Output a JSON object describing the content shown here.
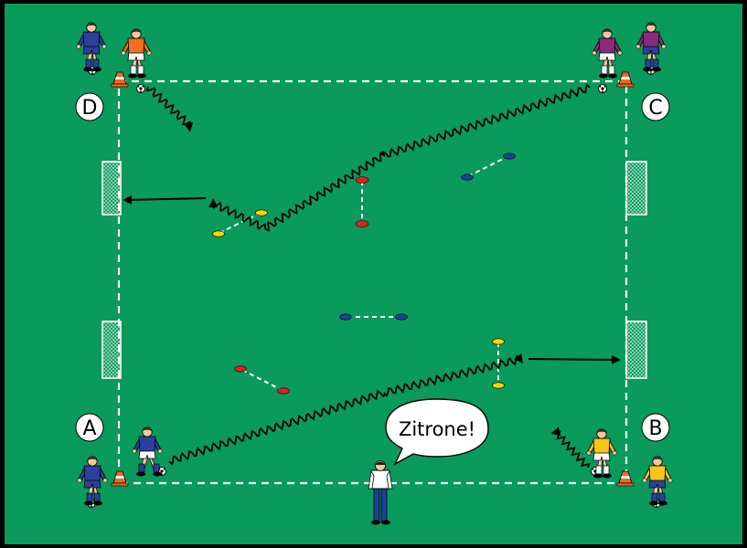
{
  "colors": {
    "border": "#000000",
    "field": "#0a9a5b",
    "lines": "#ffffff",
    "cone_orange": "#f26522",
    "marker_red": "#e31e24",
    "marker_blue": "#1f3f99",
    "marker_yellow": "#ffd400",
    "team_blue": "#2b3f9e",
    "team_orange": "#f36f21",
    "team_purple": "#8a2a7a",
    "team_yellow": "#f7c51e",
    "referee_white": "#ffffff"
  },
  "stations": {
    "a": {
      "label": "A"
    },
    "b": {
      "label": "B"
    },
    "c": {
      "label": "C"
    },
    "d": {
      "label": "D"
    }
  },
  "coach": {
    "shout": "Zitrone!"
  },
  "icons": {
    "ball": "soccer-ball-icon",
    "cone": "cone-icon",
    "goal": "goal-icon",
    "player": "player-icon",
    "marker": "flat-marker-icon"
  }
}
